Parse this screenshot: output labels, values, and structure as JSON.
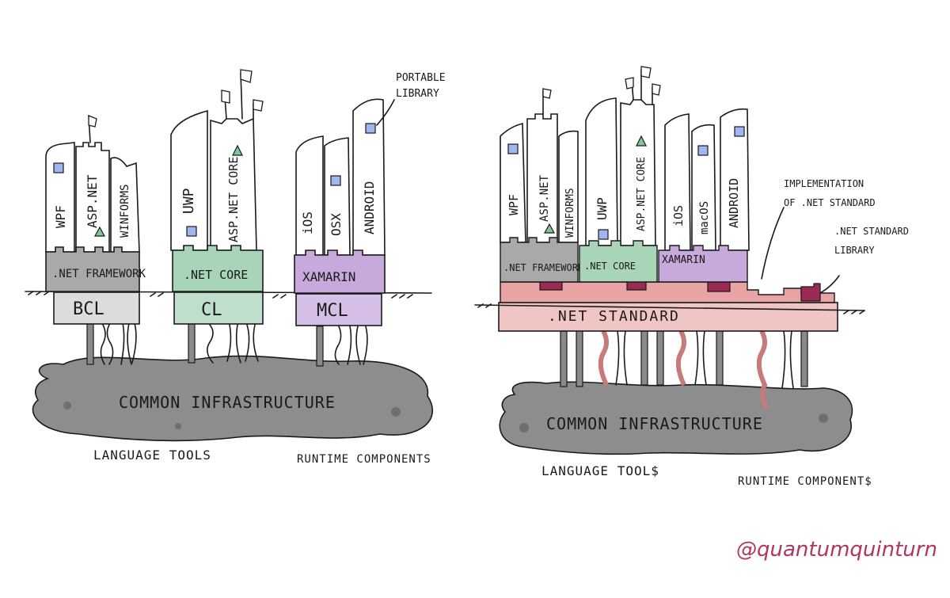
{
  "colors": {
    "ink": "#1a1a1a",
    "netframework": "#a9a9a9",
    "netcore": "#a8d4b7",
    "xamarin": "#c7a9dc",
    "standard": "#f0c6c4",
    "standard_block": "#e69a9a",
    "standard_piece": "#9a2b54",
    "infrastructure": "#8d8d8d",
    "bcl": "#dcdcdc",
    "cl": "#bfdfcc",
    "mcl": "#d6bfe6",
    "icon_square": "#9fb6f0",
    "icon_triangle": "#7cc995",
    "signature": "#b0365e"
  },
  "left": {
    "groups": [
      {
        "framework": ".NET FRAMEWORK",
        "library": "BCL",
        "towers": [
          "WPF",
          "ASP.NET",
          "WINFORMS"
        ]
      },
      {
        "framework": ".NET CORE",
        "library": "CL",
        "towers": [
          "UWP",
          "ASP.NET CORE"
        ]
      },
      {
        "framework": "XAMARIN",
        "library": "MCL",
        "towers": [
          "iOS",
          "OSX",
          "ANDROID"
        ]
      }
    ],
    "annotation": "PORTABLE LIBRARY",
    "infrastructure": "COMMON INFRASTRUCTURE",
    "language_tools": "LANGUAGE TOOLS",
    "runtime_components": "RUNTIME COMPONENTS"
  },
  "right": {
    "groups": [
      {
        "framework": ".NET FRAMEWORK",
        "towers": [
          "WPF",
          "ASP.NET",
          "WINFORMS"
        ]
      },
      {
        "framework": ".NET CORE",
        "towers": [
          "UWP",
          "ASP.NET CORE"
        ]
      },
      {
        "framework": "XAMARIN",
        "towers": [
          "iOS",
          "macOS",
          "ANDROID"
        ]
      }
    ],
    "standard": ".NET STANDARD",
    "annotation_impl": "IMPLEMENTATION OF .NET STANDARD",
    "annotation_lib": ".NET STANDARD LIBRARY",
    "infrastructure": "COMMON INFRASTRUCTURE",
    "language_tools": "LANGUAGE TOOL$",
    "runtime_components": "RUNTIME COMPONENT$"
  },
  "signature": "@quantumquinturn"
}
